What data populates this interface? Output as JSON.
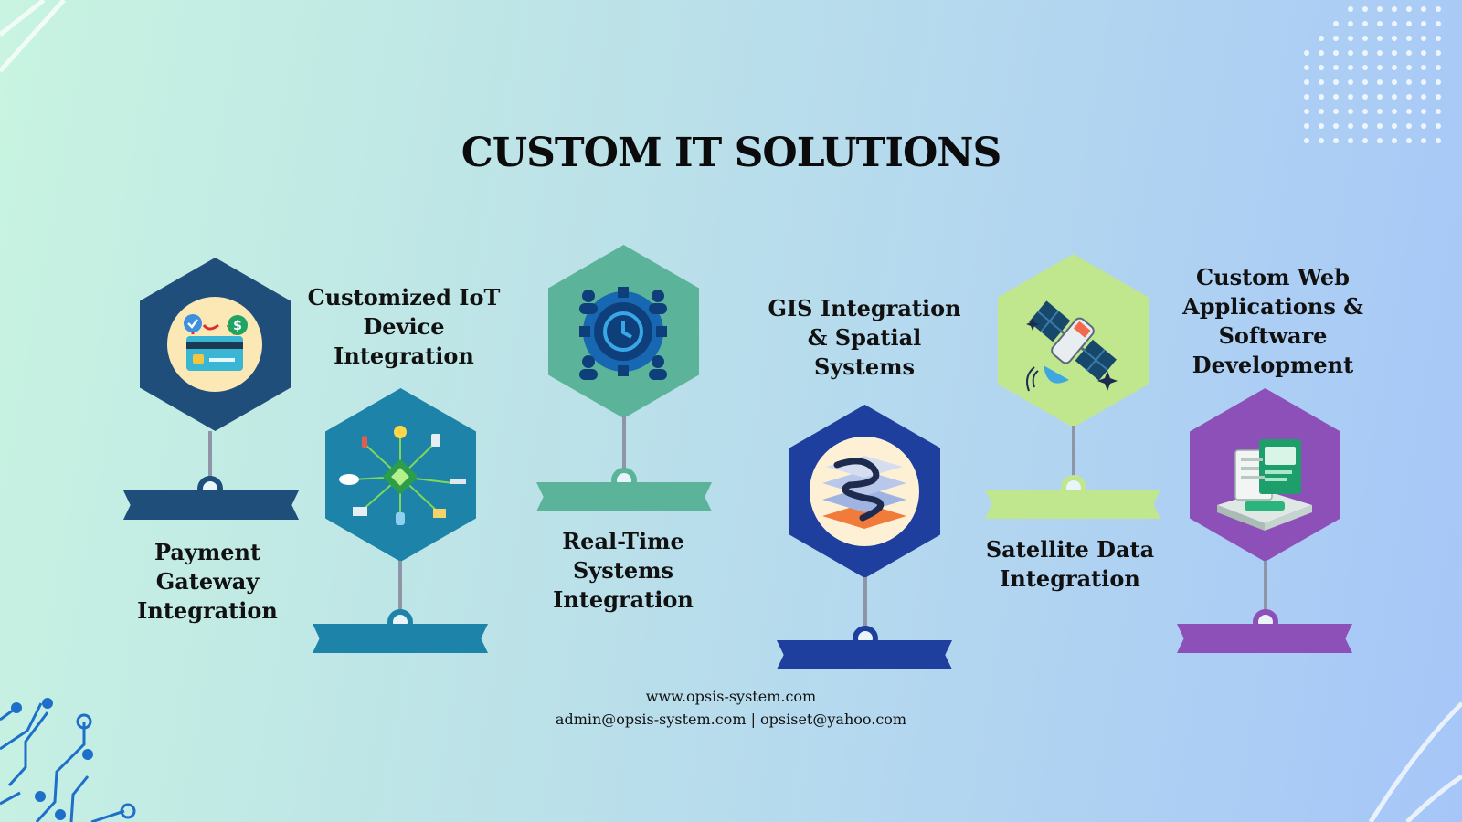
{
  "title": "CUSTOM IT SOLUTIONS",
  "colors": {
    "navy": "#1f4e7a",
    "teal_blue": "#1d83a8",
    "sea_green": "#5bb49a",
    "royal_blue": "#1e3f9e",
    "light_green": "#c0e68e",
    "purple": "#8d50b8"
  },
  "solutions": [
    {
      "name": "Payment Gateway Integration",
      "lines": [
        "Payment",
        "Gateway",
        "Integration"
      ],
      "icon": "payment-card-icon"
    },
    {
      "name": "Customized IoT Device Integration",
      "lines": [
        "Customized IoT",
        "Device",
        "Integration"
      ],
      "icon": "iot-chip-icon"
    },
    {
      "name": "Real-Time Systems Integration",
      "lines": [
        "Real-Time",
        "Systems",
        "Integration"
      ],
      "icon": "realtime-gear-icon"
    },
    {
      "name": "GIS Integration & Spatial Systems",
      "lines": [
        "GIS Integration",
        "& Spatial",
        "Systems"
      ],
      "icon": "map-layers-icon"
    },
    {
      "name": "Satellite Data Integration",
      "lines": [
        "Satellite Data",
        "Integration"
      ],
      "icon": "satellite-icon"
    },
    {
      "name": "Custom Web Applications & Software Development",
      "lines": [
        "Custom Web",
        "Applications &",
        "Software",
        "Development"
      ],
      "icon": "web-app-icon"
    }
  ],
  "contact": {
    "website": "www.opsis-system.com",
    "emails": "admin@opsis-system.com | opsiset@yahoo.com"
  }
}
